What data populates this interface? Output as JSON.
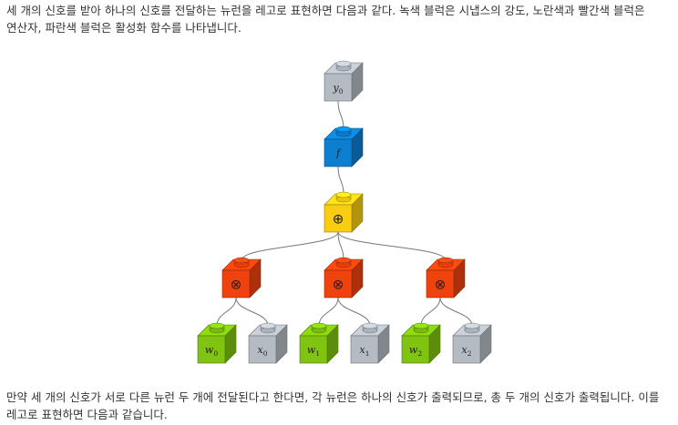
{
  "intro": "세 개의 신호를 받아 하나의 신호를 전달하는 뉴런을 레고로 표현하면 다음과 같다. 녹색 블럭은 시냅스의 강도, 노란색과 빨간색 블럭은 연산자, 파란색 블럭은 활성화 함수를 나타냅니다.",
  "outro": "만약 세 개의 신호가 서로 다른 뉴런 두 개에 전달된다고 한다면, 각 뉴런은 하나의 신호가 출력되므로, 총 두 개의 신호가 출력됩니다. 이를 레고로 표현하면 다음과 같습니다.",
  "colors": {
    "gray": "#b4bbc3",
    "blue": "#0d7fd0",
    "yellow": "#f8cd12",
    "red": "#f0420e",
    "green": "#80c411",
    "wire": "#777777"
  },
  "blocks": {
    "output": {
      "var": "y",
      "sub": "0"
    },
    "activation": {
      "var": "f"
    },
    "sum": {
      "symbol": "⊕"
    },
    "mul": [
      {
        "symbol": "⊗"
      },
      {
        "symbol": "⊗"
      },
      {
        "symbol": "⊗"
      }
    ],
    "weights": [
      {
        "var": "w",
        "sub": "0"
      },
      {
        "var": "w",
        "sub": "1"
      },
      {
        "var": "w",
        "sub": "2"
      }
    ],
    "inputs": [
      {
        "var": "x",
        "sub": "0"
      },
      {
        "var": "x",
        "sub": "1"
      },
      {
        "var": "x",
        "sub": "2"
      }
    ]
  }
}
